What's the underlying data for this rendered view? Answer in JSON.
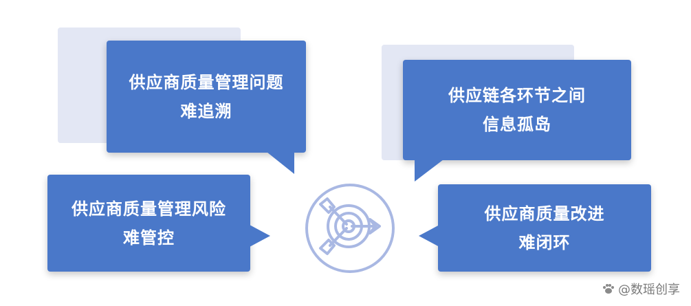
{
  "boxes": {
    "top_left": {
      "line1": "供应商质量管理问题",
      "line2": "难追溯"
    },
    "top_right": {
      "line1": "供应链各环节之间",
      "line2": "信息孤岛"
    },
    "bottom_left": {
      "line1": "供应商质量管理风险",
      "line2": "难管控"
    },
    "bottom_right": {
      "line1": "供应商质量改进",
      "line2": "难闭环"
    }
  },
  "center_icon": "target-arrows-icon",
  "watermark": {
    "text": "@数瑶创享",
    "icon": "paw-icon"
  },
  "colors": {
    "bubble": "#4a78c9",
    "shadow_card": "#e3e7f4",
    "icon_stroke": "#a9b8e3"
  }
}
